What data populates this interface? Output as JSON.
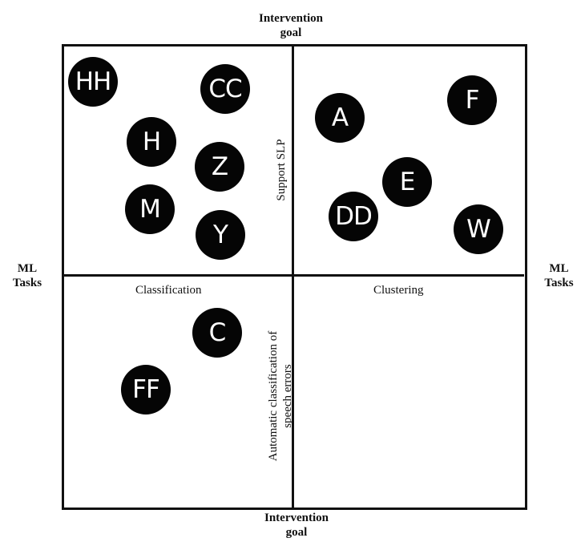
{
  "axes": {
    "top": "Intervention\ngoal",
    "bottom": "Intervention\ngoal",
    "left": "ML\nTasks",
    "right": "ML\nTasks"
  },
  "quadrant_labels": {
    "classification": "Classification",
    "clustering": "Clustering",
    "support_slp": "Support SLP",
    "automatic_classification": "Automatic classification of\nspeech errors"
  },
  "markers": {
    "hh": "HH",
    "cc": "CC",
    "h": "H",
    "z": "Z",
    "m": "M",
    "y": "Y",
    "a": "A",
    "f": "F",
    "e": "E",
    "dd": "DD",
    "w": "W",
    "c": "C",
    "ff": "FF"
  },
  "colors": {
    "marker_fill": "#050505",
    "marker_text": "#ffffff",
    "lines": "#111111"
  }
}
